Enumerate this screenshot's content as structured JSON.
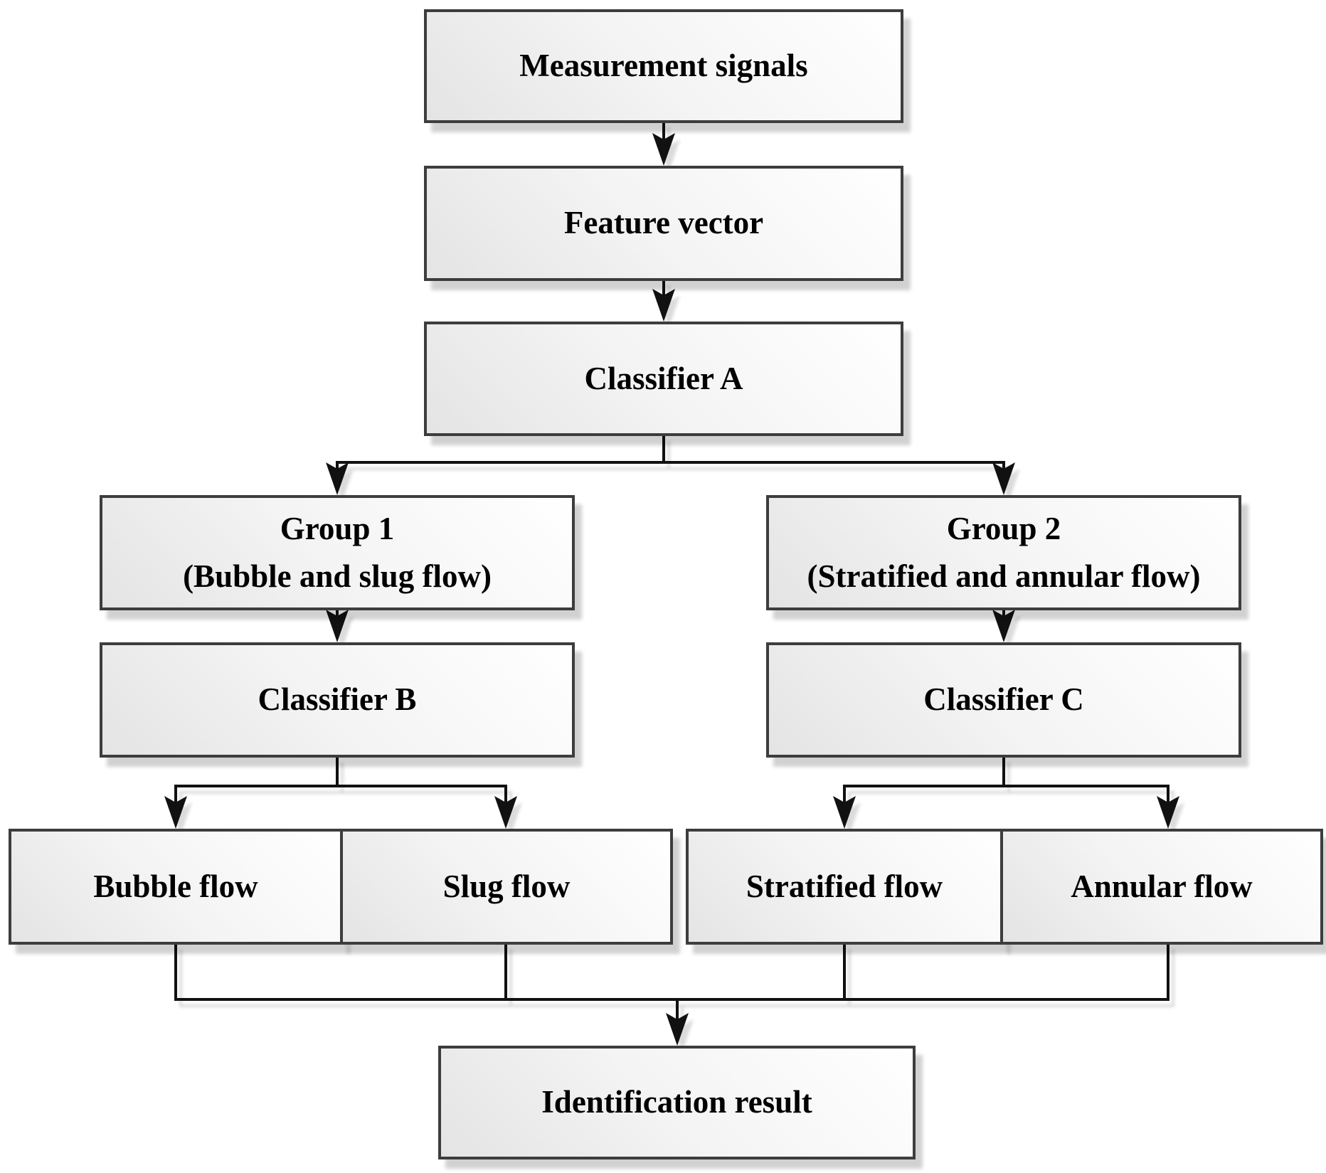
{
  "diagram": {
    "nodes": {
      "measurement": {
        "label": "Measurement signals"
      },
      "feature": {
        "label": "Feature vector"
      },
      "classifier_a": {
        "label": "Classifier A"
      },
      "group1": {
        "line1": "Group 1",
        "line2": "(Bubble and slug flow)"
      },
      "group2": {
        "line1": "Group 2",
        "line2": "(Stratified and annular flow)"
      },
      "classifier_b": {
        "label": "Classifier B"
      },
      "classifier_c": {
        "label": "Classifier C"
      },
      "bubble": {
        "label": "Bubble flow"
      },
      "slug": {
        "label": "Slug flow"
      },
      "stratified": {
        "label": "Stratified flow"
      },
      "annular": {
        "label": "Annular flow"
      },
      "result": {
        "label": "Identification result"
      }
    },
    "edges": [
      {
        "from": "Measurement signals",
        "to": "Feature vector"
      },
      {
        "from": "Feature vector",
        "to": "Classifier A"
      },
      {
        "from": "Classifier A",
        "to": "Group 1 (Bubble and slug flow)"
      },
      {
        "from": "Classifier A",
        "to": "Group 2 (Stratified and annular flow)"
      },
      {
        "from": "Group 1 (Bubble and slug flow)",
        "to": "Classifier B"
      },
      {
        "from": "Group 2 (Stratified and annular flow)",
        "to": "Classifier C"
      },
      {
        "from": "Classifier B",
        "to": "Bubble flow"
      },
      {
        "from": "Classifier B",
        "to": "Slug flow"
      },
      {
        "from": "Classifier C",
        "to": "Stratified flow"
      },
      {
        "from": "Classifier C",
        "to": "Annular flow"
      },
      {
        "from": "Bubble flow",
        "to": "Identification result"
      },
      {
        "from": "Slug flow",
        "to": "Identification result"
      },
      {
        "from": "Stratified flow",
        "to": "Identification result"
      },
      {
        "from": "Annular flow",
        "to": "Identification result"
      }
    ],
    "colors": {
      "node_border": "#3d3d3d",
      "node_fill_light": "#ffffff",
      "node_fill_dark": "#e4e4e4",
      "connector": "#111111",
      "text": "#000000"
    }
  }
}
